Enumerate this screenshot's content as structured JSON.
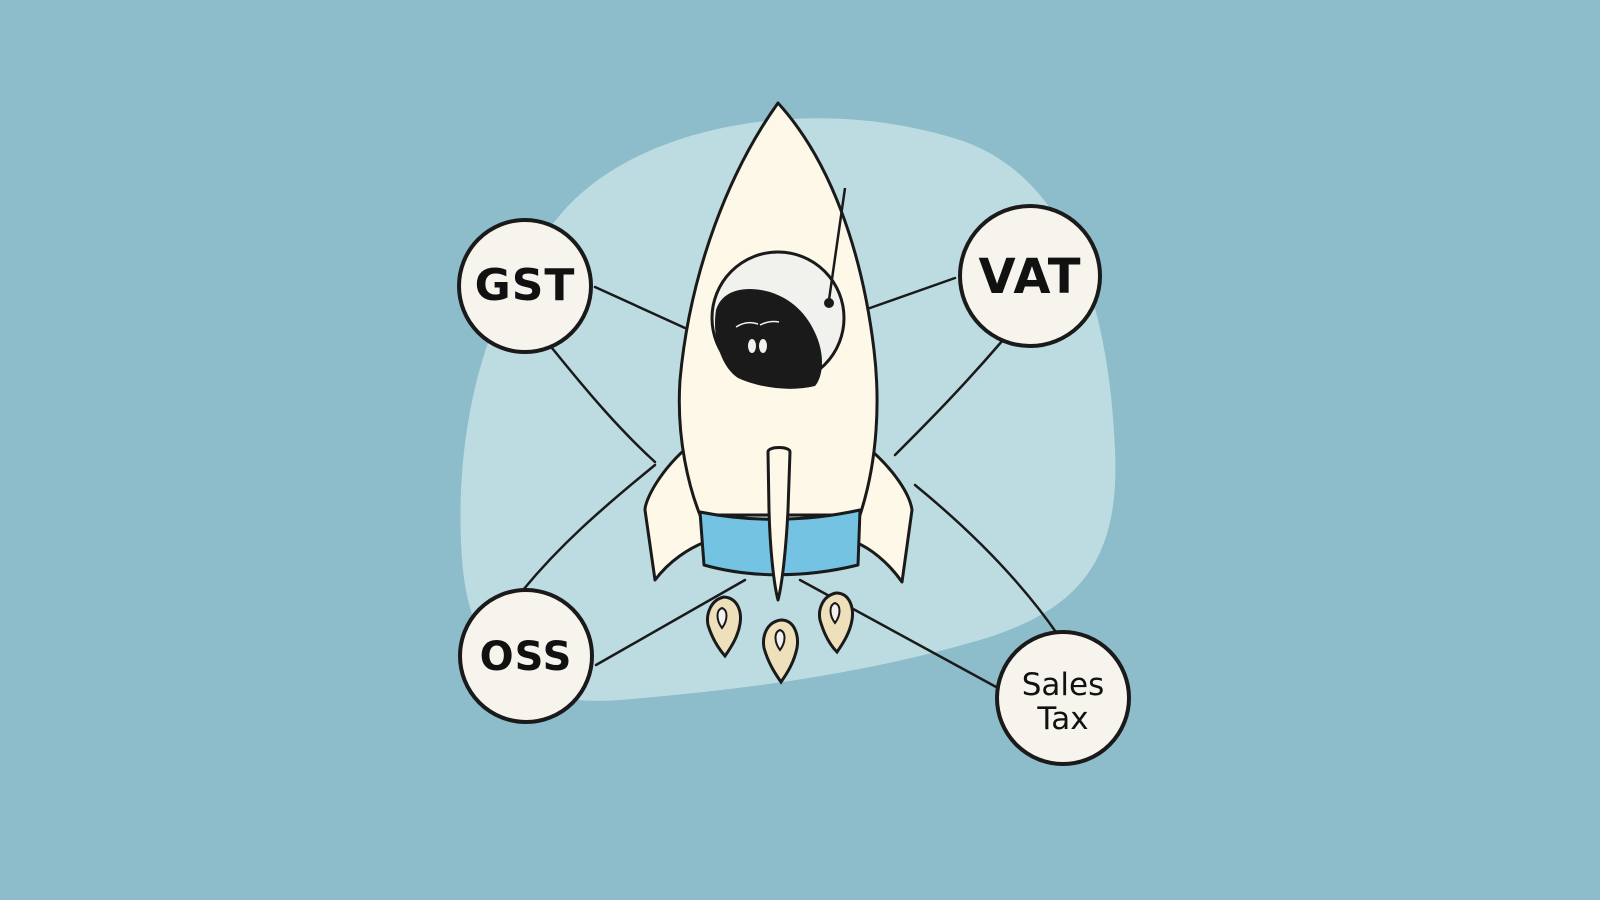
{
  "colors": {
    "background": "#8dbccb",
    "blob": "#bddce2",
    "rocket_body": "#fdf8e8",
    "rocket_band": "#74c3e3",
    "flame": "#efe0bc",
    "outline": "#1a1a1a",
    "badge_fill": "#f6f4ed"
  },
  "badges": [
    {
      "id": "gst",
      "label": "GST"
    },
    {
      "id": "vat",
      "label": "VAT"
    },
    {
      "id": "oss",
      "label": "OSS"
    },
    {
      "id": "sales-tax",
      "label_line1": "Sales",
      "label_line2": "Tax"
    }
  ],
  "icons": {
    "rocket": "rocket-icon",
    "character": "peeking-character-icon"
  }
}
